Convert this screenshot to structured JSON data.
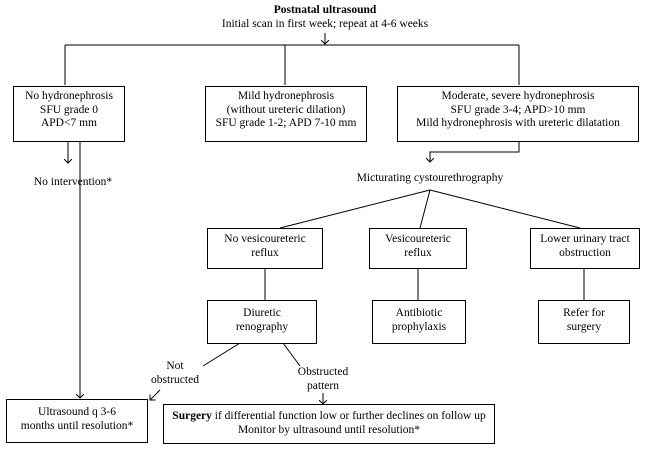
{
  "header": {
    "title": "Postnatal ultrasound",
    "subtitle": "Initial scan in first week; repeat at 4-6 weeks"
  },
  "boxes": {
    "no_hydro": [
      "No hydronephrosis",
      "SFU grade 0",
      "APD<7 mm"
    ],
    "mild_hydro": [
      "Mild hydronephrosis",
      "(without ureteric dilation)",
      "SFU grade 1-2; APD 7-10 mm"
    ],
    "moderate_hydro": [
      "Moderate, severe hydronephrosis",
      "SFU grade 3-4; APD>10 mm",
      "Mild hydronephrosis with ureteric dilatation"
    ],
    "no_vur": [
      "No vesicoureteric",
      "reflux"
    ],
    "vur": [
      "Vesicoureteric",
      "reflux"
    ],
    "lut_obstruction": [
      "Lower urinary tract",
      "obstruction"
    ],
    "diuretic": [
      "Diuretic",
      "renography"
    ],
    "antibiotic": [
      "Antibiotic",
      "prophylaxis"
    ],
    "refer": [
      "Refer for",
      "surgery"
    ],
    "ultrasound_q": [
      "Ultrasound q 3-6",
      "months until resolution*"
    ],
    "surgery": {
      "bold": "Surgery",
      "line1_rest": " if differential function low or further declines on follow up",
      "line2": "Monitor by ultrasound until resolution*"
    }
  },
  "labels": {
    "no_intervention": "No intervention*",
    "mcu": "Micturating cystourethrography",
    "not_obstructed": [
      "Not",
      "obstructed"
    ],
    "obstructed_pattern": [
      "Obstructed",
      "pattern"
    ]
  }
}
